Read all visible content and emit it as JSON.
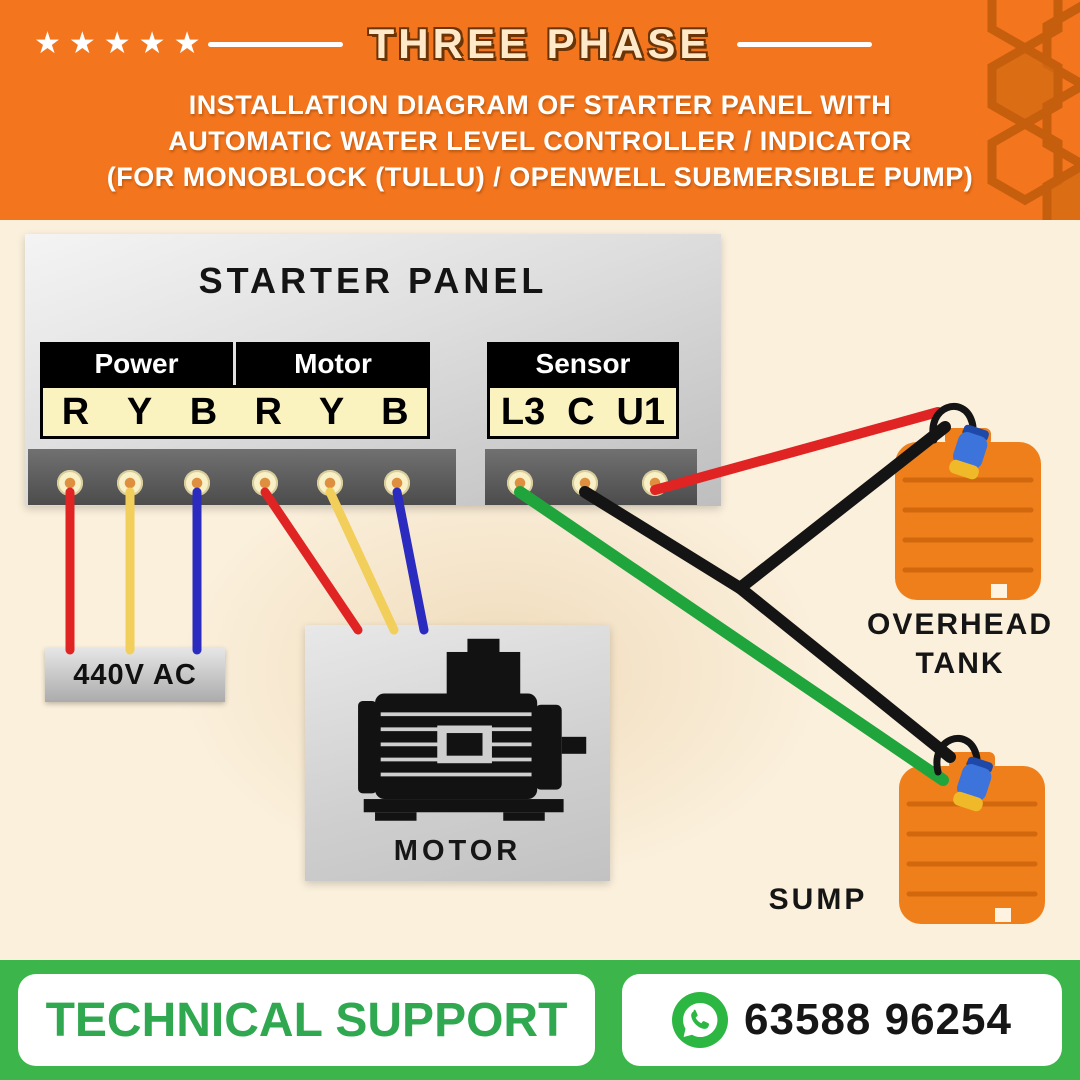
{
  "header": {
    "stars": "★★★★★",
    "title": "THREE PHASE",
    "subtitle_lines": [
      "INSTALLATION DIAGRAM OF STARTER PANEL WITH",
      "AUTOMATIC WATER LEVEL CONTROLLER / INDICATOR",
      "(FOR MONOBLOCK (TULLU) / OPENWELL SUBMERSIBLE PUMP)"
    ],
    "bg_color": "#F3751D"
  },
  "starter_panel": {
    "title": "STARTER PANEL",
    "groups": [
      {
        "label": "Power",
        "terminals": [
          "R",
          "Y",
          "B"
        ]
      },
      {
        "label": "Motor",
        "terminals": [
          "R",
          "Y",
          "B"
        ]
      },
      {
        "label": "Sensor",
        "terminals": [
          "L3",
          "C",
          "U1"
        ]
      }
    ]
  },
  "labels": {
    "power_supply": "440V AC",
    "motor": "MOTOR",
    "overhead_tank_line1": "OVERHEAD",
    "overhead_tank_line2": "TANK",
    "sump": "SUMP"
  },
  "wire_colors": {
    "red": "#E02424",
    "yellow": "#F2CE5A",
    "blue": "#2B2BBF",
    "green": "#1FA53C",
    "black": "#141414"
  },
  "footer": {
    "support_label": "TECHNICAL SUPPORT",
    "whatsapp_icon": "whatsapp-icon",
    "phone": "63588 96254",
    "bg_color": "#3CB54A",
    "accent_color": "#2FA84F"
  }
}
